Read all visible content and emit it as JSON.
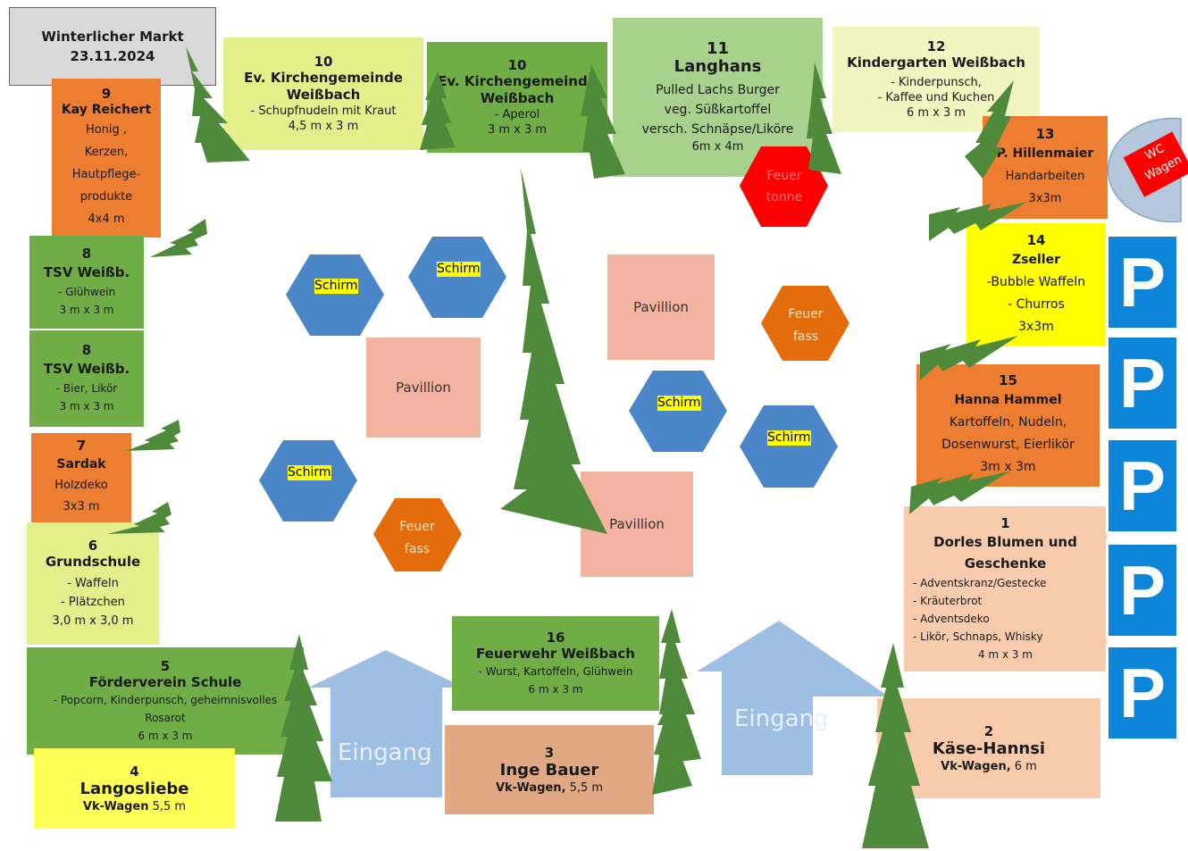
{
  "title": {
    "line1": "Winterlicher Markt",
    "line2": "23.11.2024"
  },
  "stands": {
    "s9": {
      "num": "9",
      "name": "Kay Reichert",
      "lines": [
        "Honig ,",
        "Kerzen,",
        "Hautpflege-",
        "produkte",
        "4x4 m"
      ]
    },
    "s10a": {
      "num": "10",
      "name1": "Ev. Kirchengemeinde",
      "name2": "Weißbach",
      "lines": [
        "- Schupfnudeln mit Kraut",
        "4,5 m x 3 m"
      ]
    },
    "s10b": {
      "num": "10",
      "name1": "Ev. Kirchengemeinde",
      "name2": "Weißbach",
      "lines": [
        "- Aperol",
        "3 m x 3 m"
      ]
    },
    "s11": {
      "num": "11",
      "name": "Langhans",
      "lines": [
        "Pulled Lachs Burger",
        "veg. Süßkartoffel",
        "versch. Schnäpse/Liköre",
        "6m x 4m"
      ]
    },
    "s12": {
      "num": "12",
      "name": "Kindergarten Weißbach",
      "lines": [
        "- Kinderpunsch,",
        "- Kaffee und Kuchen",
        "6 m x 3 m"
      ]
    },
    "s13": {
      "num": "13",
      "name": "P. Hillenmaier",
      "lines": [
        "Handarbeiten",
        "3x3m"
      ]
    },
    "s14": {
      "num": "14",
      "name": "Zseller",
      "lines": [
        "-Bubble Waffeln",
        "- Churros",
        "3x3m"
      ]
    },
    "s15": {
      "num": "15",
      "name": "Hanna Hammel",
      "lines": [
        "Kartoffeln, Nudeln,",
        "Dosenwurst, Eierlikör",
        "3m x 3m"
      ]
    },
    "s1": {
      "num": "1",
      "name1": "Dorles Blumen und",
      "name2": "Geschenke",
      "lines": [
        "- Adventskranz/Gestecke",
        "- Kräuterbrot",
        "- Adventsdeko",
        "- Likör, Schnaps, Whisky",
        "4 m x 3 m"
      ]
    },
    "s2": {
      "num": "2",
      "name": "Käse-Hannsi",
      "sub_bold": "Vk-Wagen,",
      "sub": " 6 m"
    },
    "s3": {
      "num": "3",
      "name": "Inge Bauer",
      "sub_bold": "Vk-Wagen,",
      "sub": " 5,5 m"
    },
    "s16": {
      "num": "16",
      "name": "Feuerwehr Weißbach",
      "lines": [
        "- Wurst, Kartoffeln, Glühwein",
        "6 m x 3 m"
      ]
    },
    "s4": {
      "num": "4",
      "name": "Langosliebe",
      "sub_bold": "Vk-Wagen",
      "sub": " 5,5 m"
    },
    "s5": {
      "num": "5",
      "name": "Förderverein Schule",
      "lines": [
        "- Popcorn, Kinderpunsch, geheimnisvolles",
        "Rosarot",
        "6 m x 3 m"
      ]
    },
    "s6": {
      "num": "6",
      "name": "Grundschule",
      "lines": [
        "- Waffeln",
        "- Plätzchen",
        "3,0 m x 3,0 m"
      ]
    },
    "s7": {
      "num": "7",
      "name": "Sardak",
      "lines": [
        "Holzdeko",
        "3x3 m"
      ]
    },
    "s8a": {
      "num": "8",
      "name": "TSV Weißb.",
      "lines": [
        "- Glühwein",
        "3 m x 3 m"
      ]
    },
    "s8b": {
      "num": "8",
      "name": "TSV Weißb.",
      "lines": [
        "- Bier, Likör",
        "3 m x 3 m"
      ]
    }
  },
  "features": {
    "pavillon": "Pavillion",
    "schirm": "Schirm",
    "feuer_fass": [
      "Feuer",
      "fass"
    ],
    "feuer_tonne": [
      "Feuer",
      "tonne"
    ],
    "wc": [
      "WC",
      "Wagen"
    ],
    "parking": "P",
    "eingang": "Eingang"
  },
  "colors": {
    "orange": "#ed7d31",
    "green": "#70ad47",
    "yellow": "#ffff00",
    "peach": "#f8cbad",
    "hex_blue": "#4a86c8",
    "tree": "#4f8a3a",
    "fire_red": "#ff0000",
    "fass_orange": "#e46c0a",
    "parking_blue": "#0d85d8",
    "entrance_blue": "#9dbfe3"
  },
  "icons": [
    "tree-icon",
    "hexagon-umbrella-icon",
    "fire-barrel-icon",
    "fire-tonne-icon",
    "wc-wagon-icon",
    "parking-icon",
    "entrance-arrow-icon"
  ]
}
